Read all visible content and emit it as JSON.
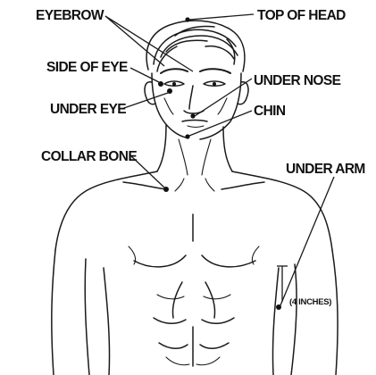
{
  "labels": {
    "eyebrow": "EYEBROW",
    "top_of_head": "TOP OF HEAD",
    "side_of_eye": "SIDE OF EYE",
    "under_nose": "UNDER NOSE",
    "under_eye": "UNDER EYE",
    "chin": "CHIN",
    "collar_bone": "COLLAR BONE",
    "under_arm": "UNDER ARM",
    "under_arm_note": "(4 INCHES)"
  },
  "colors": {
    "ink": "#111111",
    "background": "#ffffff"
  }
}
